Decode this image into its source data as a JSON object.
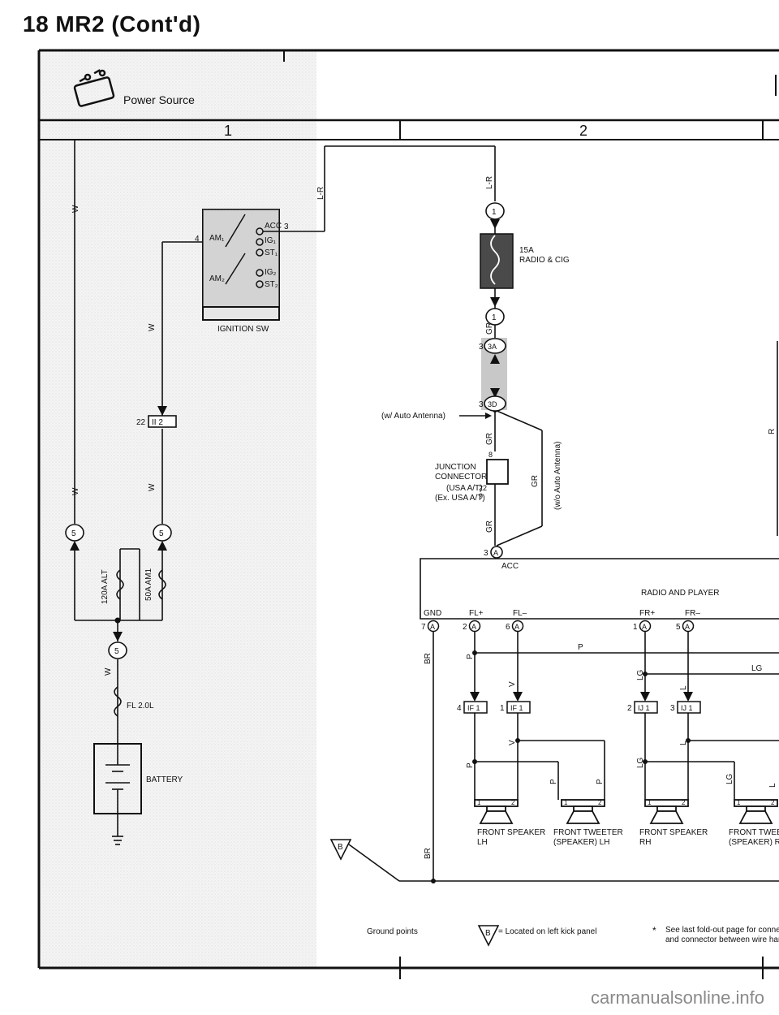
{
  "page": {
    "title": "18 MR2 (Cont'd)"
  },
  "header": {
    "section_label": "Power Source",
    "col1": "1",
    "col2": "2"
  },
  "wires": {
    "w": "W",
    "lr": "L-R",
    "gr": "GR",
    "br": "BR",
    "r": "R",
    "p": "P",
    "lg": "LG",
    "l": "L",
    "v": "V"
  },
  "ignition": {
    "label": "IGNITION SW",
    "acc": "ACC",
    "ig1": "IG₁",
    "st1": "ST₁",
    "am1": "AM₁",
    "am2": "AM₂",
    "ig2": "IG₂",
    "st2": "ST₂",
    "pin4": "4",
    "pin3": "3"
  },
  "fuse": {
    "rating": "15A",
    "name": "RADIO & CIG"
  },
  "connectors": {
    "c1": "1",
    "c5": "5",
    "c3a": "3A",
    "c3d": "3D",
    "ii2_num": "22",
    "ii2": "II 2",
    "if1": "IF 1",
    "ij1": "IJ 1",
    "a": "A"
  },
  "fusible": {
    "alt": "120A ALT",
    "am1": "50A AM1",
    "fl": "FL 2.0L"
  },
  "battery": {
    "label": "BATTERY"
  },
  "junction": {
    "title1": "JUNCTION",
    "title2": "CONNECTOR",
    "usa": "(USA A/T)",
    "usa_pin": "22",
    "exusa": "(Ex. USA A/T)",
    "exusa_pin": "9",
    "pin8": "8",
    "pin3": "3"
  },
  "antenna": {
    "with": "(w/ Auto Antenna)",
    "without": "(w/o Auto Antenna)"
  },
  "radio": {
    "title": "RADIO AND PLAYER",
    "acc": "ACC",
    "gnd": "GND",
    "flp": "FL+",
    "flm": "FL–",
    "frp": "FR+",
    "frm": "FR–",
    "pin7": "7",
    "pin2": "2",
    "pin6": "6",
    "pin1": "1",
    "pin5": "5"
  },
  "speakers": {
    "front_lh_1": "FRONT SPEAKER",
    "front_lh_2": "LH",
    "tweeter_lh_1": "FRONT TWEETER",
    "tweeter_lh_2": "(SPEAKER) LH",
    "front_rh_1": "FRONT SPEAKER",
    "front_rh_2": "RH",
    "tweeter_rh_1": "FRONT TWEET",
    "tweeter_rh_2": "(SPEAKER) RH",
    "pin1": "1",
    "pin2": "2"
  },
  "pins": {
    "p4": "4",
    "p1": "1",
    "p2": "2",
    "p3": "3"
  },
  "ground": {
    "mark": "B",
    "label": "Ground points",
    "legend": "= Located on left kick panel"
  },
  "footnote": {
    "star": "*",
    "line1": "See last fold-out page for connect",
    "line2": "and connector between wire harn"
  },
  "watermark": "carmanualsonline.info"
}
